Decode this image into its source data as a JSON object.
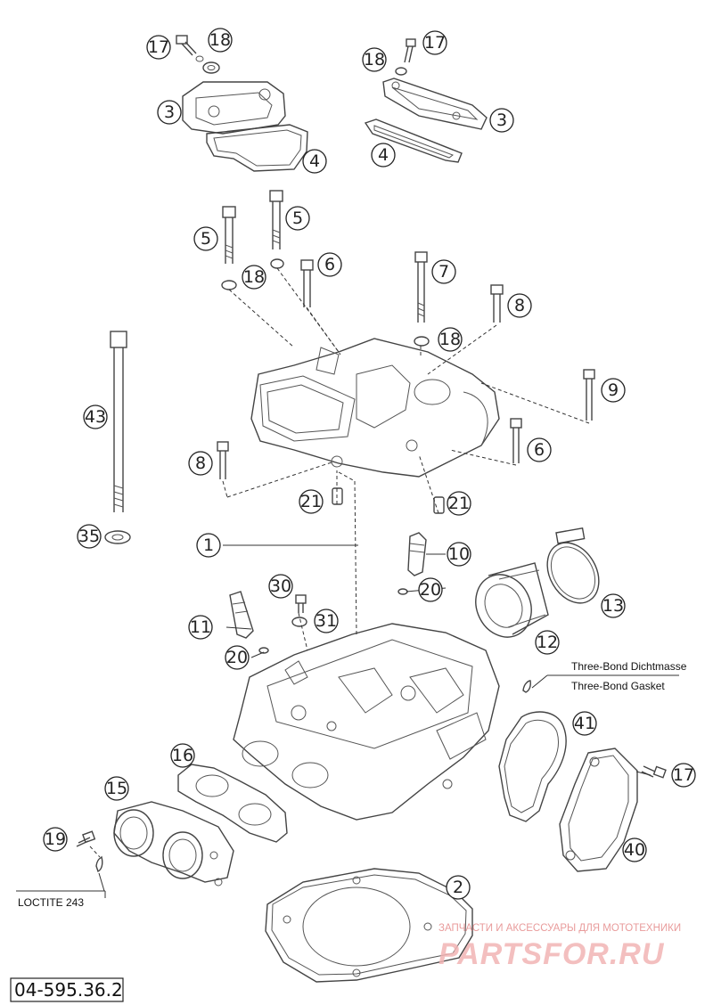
{
  "callouts": {
    "c17a": "17",
    "c18a": "18",
    "c3a": "3",
    "c4a": "4",
    "c17b": "17",
    "c18b": "18",
    "c3b": "3",
    "c4b": "4",
    "c5a": "5",
    "c5b": "5",
    "c18c": "18",
    "c6a": "6",
    "c7": "7",
    "c8a": "8",
    "c18d": "18",
    "c9": "9",
    "c6b": "6",
    "c8b": "8",
    "c43": "43",
    "c21a": "21",
    "c21b": "21",
    "c35": "35",
    "c1": "1",
    "c10": "10",
    "c20a": "20",
    "c13": "13",
    "c30": "30",
    "c11": "11",
    "c31": "31",
    "c12": "12",
    "c20b": "20",
    "c41": "41",
    "c16": "16",
    "c15": "15",
    "c17c": "17",
    "c19": "19",
    "c40": "40",
    "c2": "2"
  },
  "notes": {
    "sealant_de": "Three-Bond Dichtmasse",
    "sealant_en": "Three-Bond Gasket",
    "loctite": "LOCTITE 243"
  },
  "drawing_number": "04-595.36.2",
  "watermark": {
    "tagline": "ЗАПЧАСТИ И АКСЕССУАРЫ ДЛЯ МОТОТЕХНИКИ",
    "brand": "PARTSFOR.RU"
  },
  "colors": {
    "line": "#444444",
    "watermark_text": "#e58a8a",
    "watermark_brand": "#f2b4b4"
  }
}
